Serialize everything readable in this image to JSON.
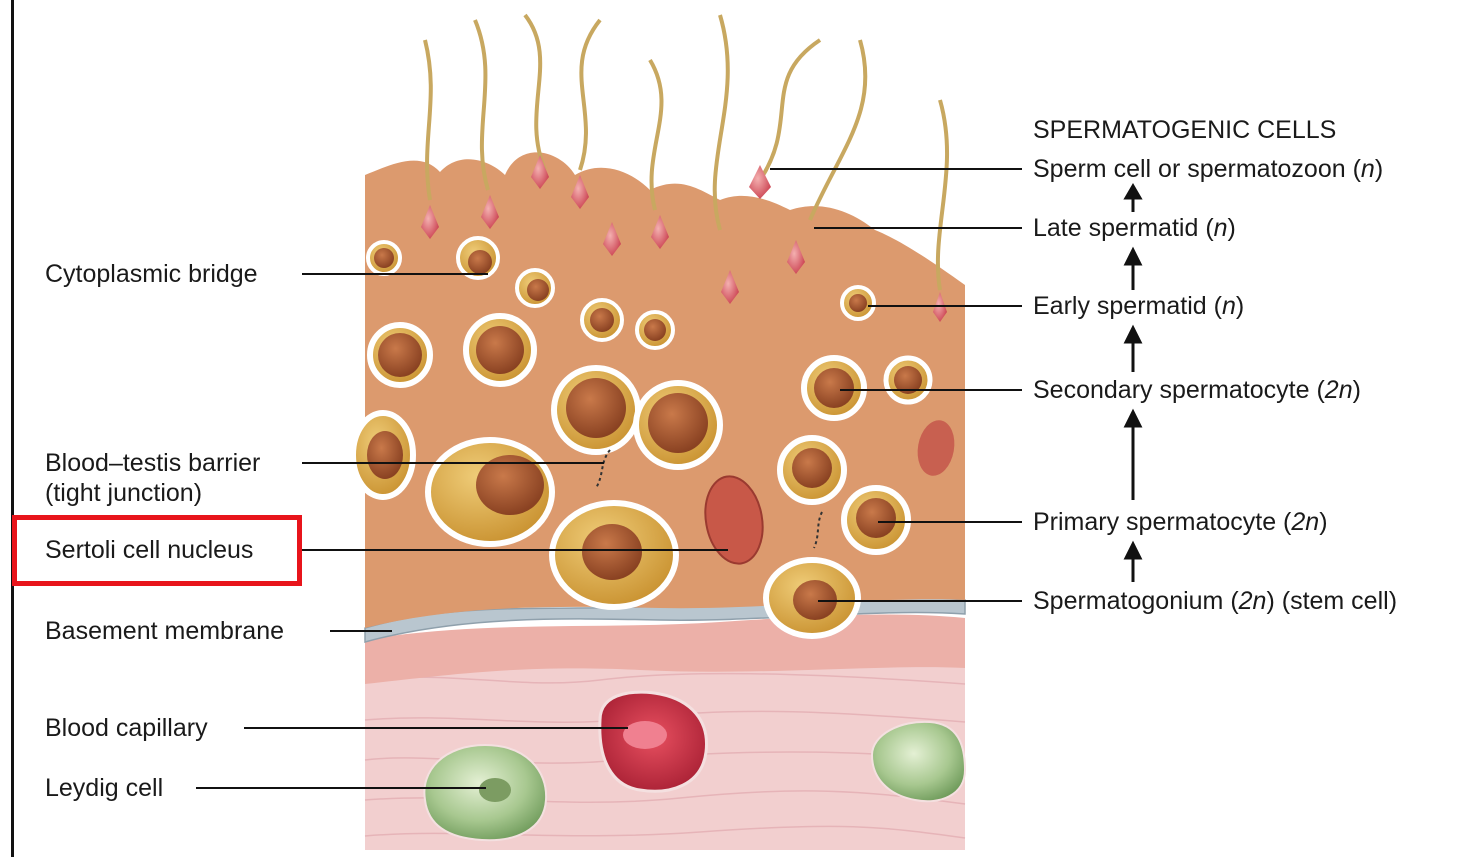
{
  "heading": "SPERMATOGENIC CELLS",
  "left_labels": {
    "cytoplasmic_bridge": "Cytoplasmic bridge",
    "blood_testis_barrier_1": "Blood–testis barrier",
    "blood_testis_barrier_2": "(tight junction)",
    "sertoli_cell_nucleus": "Sertoli cell nucleus",
    "basement_membrane": "Basement membrane",
    "blood_capillary": "Blood capillary",
    "leydig_cell": "Leydig cell"
  },
  "right_labels": {
    "sperm_cell": {
      "text": "Sperm cell or spermatozoon (",
      "ploidy": "n",
      "close": ")"
    },
    "late_spermatid": {
      "text": "Late spermatid (",
      "ploidy": "n",
      "close": ")"
    },
    "early_spermatid": {
      "text": "Early spermatid (",
      "ploidy": "n",
      "close": ")"
    },
    "secondary_spermatocyte": {
      "text": "Secondary spermatocyte (",
      "ploidy": "2n",
      "close": ")"
    },
    "primary_spermatocyte": {
      "text": "Primary spermatocyte (",
      "ploidy": "2n",
      "close": ")"
    },
    "spermatogonium": {
      "text": "Spermatogonium (",
      "ploidy": "2n",
      "close": ") (stem cell)"
    }
  },
  "highlight_color": "#e8141b",
  "colors": {
    "sertoli_cytoplasm": "#d9966a",
    "germ_cell_cytoplasm": "#d8a84a",
    "nucleus": "#a8582e",
    "sperm_head": "#d9606a",
    "flagellum": "#c8a860",
    "basement_membrane": "#b8c4cc",
    "connective_tissue": "#f0c8c8",
    "leydig_cell": "#9cc080",
    "capillary": "#c83040"
  }
}
